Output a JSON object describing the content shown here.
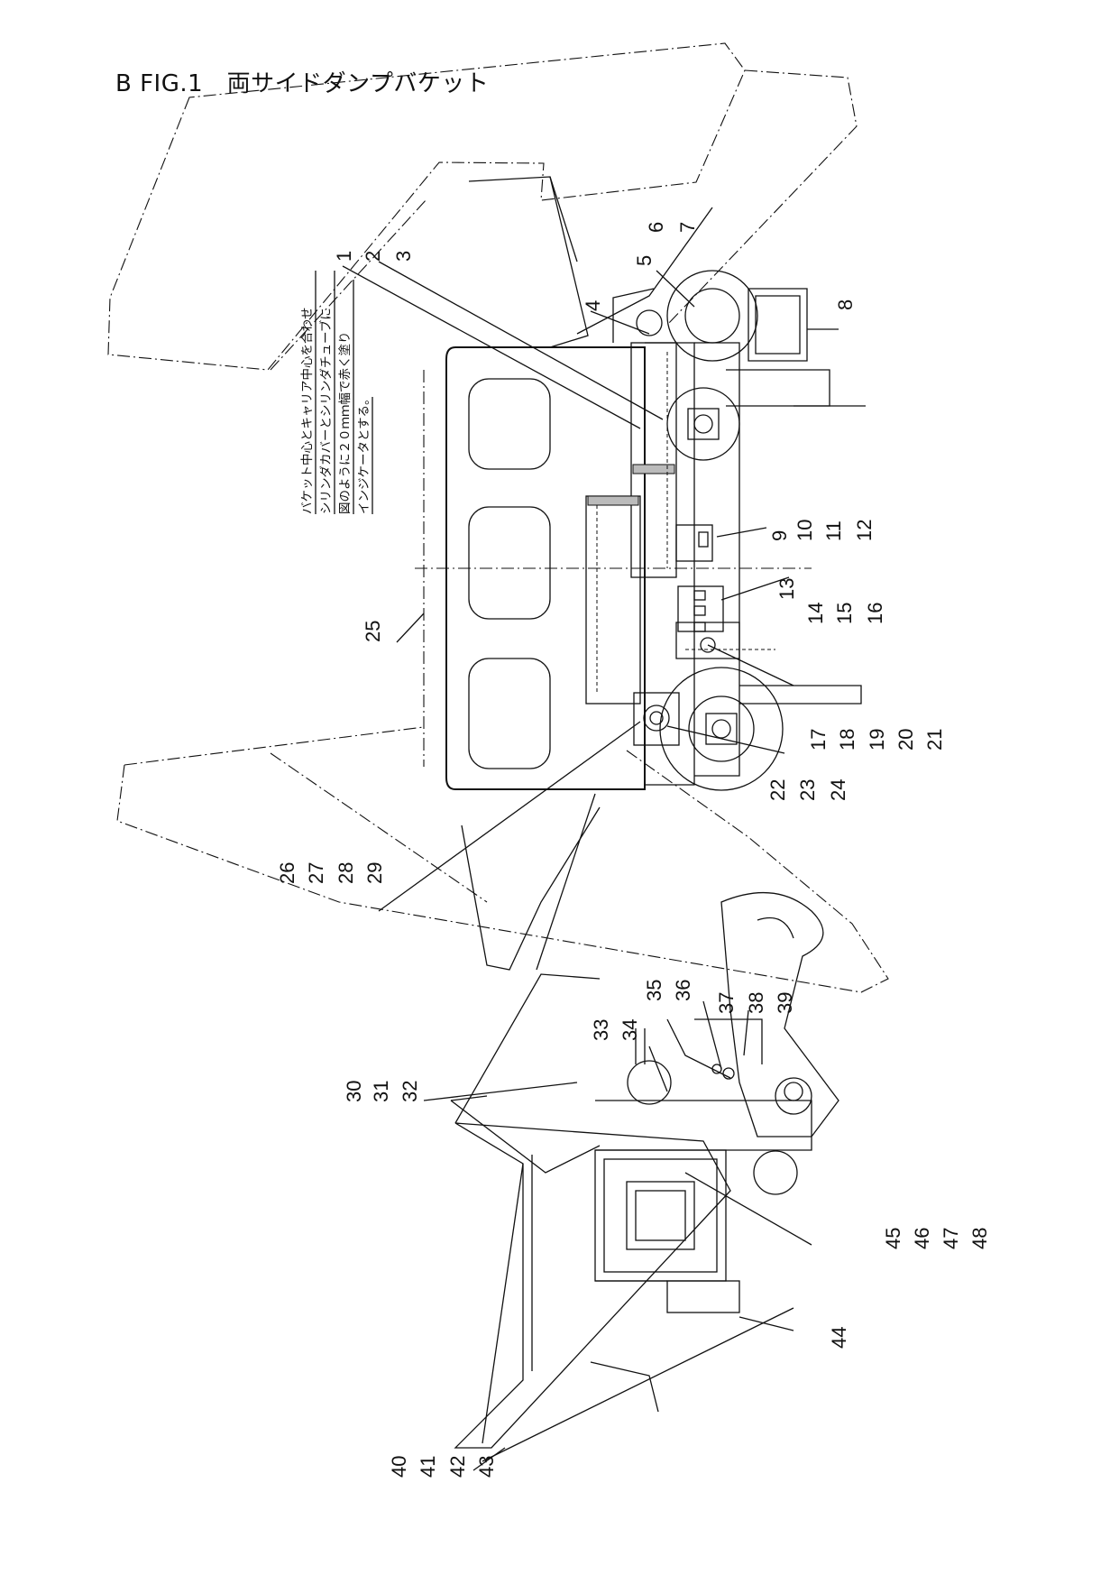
{
  "title": "B FIG.1　両サイドダンプバケット",
  "note_lines": [
    "バケット中心とキャリア中心を合わせ",
    "シリンダカバーとシリンダチューブに",
    "図のように２０ｍｍ幅で赤く塗り",
    "インジケータとする。"
  ],
  "callouts": {
    "c1": "1",
    "c2": "2",
    "c3": "3",
    "c4": "4",
    "c5": "5",
    "c6": "6",
    "c7": "7",
    "c8": "8",
    "c9": "9",
    "c10": "10",
    "c11": "11",
    "c12": "12",
    "c13": "13",
    "c14": "14",
    "c15": "15",
    "c16": "16",
    "c17": "17",
    "c18": "18",
    "c19": "19",
    "c20": "20",
    "c21": "21",
    "c22": "22",
    "c23": "23",
    "c24": "24",
    "c25": "25",
    "c26": "26",
    "c27": "27",
    "c28": "28",
    "c29": "29",
    "c30": "30",
    "c31": "31",
    "c32": "32",
    "c33": "33",
    "c34": "34",
    "c35": "35",
    "c36": "36",
    "c37": "37",
    "c38": "38",
    "c39": "39",
    "c40": "40",
    "c41": "41",
    "c42": "42",
    "c43": "43",
    "c44": "44",
    "c45": "45",
    "c46": "46",
    "c47": "47",
    "c48": "48"
  }
}
